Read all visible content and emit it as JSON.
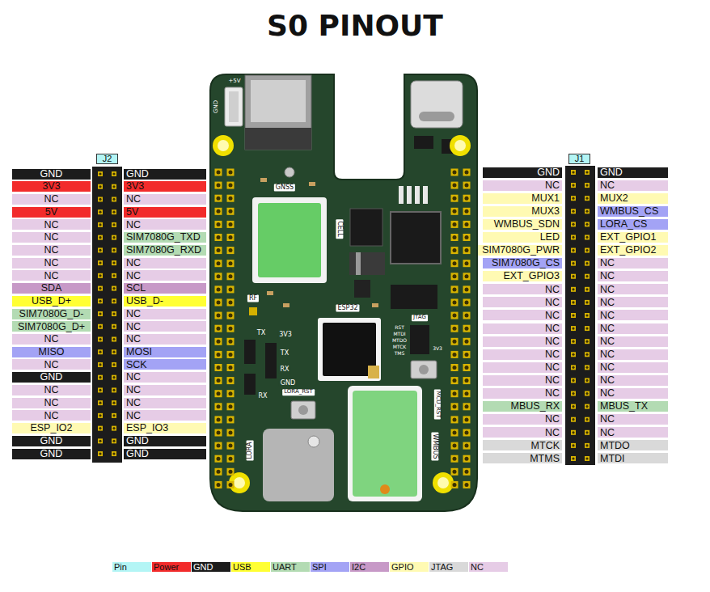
{
  "diagram": {
    "title": "S0 PINOUT",
    "nodes": [
      {
        "text": [
          "J2"
        ]
      },
      {
        "text": [
          "GND"
        ]
      },
      {
        "text": [
          "GND"
        ]
      },
      {
        "text": [
          "3V3"
        ]
      },
      {
        "text": [
          "3V3"
        ]
      },
      {
        "text": [
          "NC"
        ]
      },
      {
        "text": [
          "NC"
        ]
      },
      {
        "text": [
          "5V"
        ]
      },
      {
        "text": [
          "5V"
        ]
      },
      {
        "text": [
          "NC"
        ]
      },
      {
        "text": [
          "NC"
        ]
      },
      {
        "text": [
          "NC"
        ]
      },
      {
        "text": [
          "SIM7080G_TXD"
        ]
      },
      {
        "text": [
          "NC"
        ]
      },
      {
        "text": [
          "SIM7080G_RXD"
        ]
      },
      {
        "text": [
          "NC"
        ]
      },
      {
        "text": [
          "NC"
        ]
      },
      {
        "text": [
          "NC"
        ]
      },
      {
        "text": [
          "NC"
        ]
      },
      {
        "text": [
          "SDA"
        ]
      },
      {
        "text": [
          "SCL"
        ]
      },
      {
        "text": [
          "USB_D+"
        ]
      },
      {
        "text": [
          "USB_D-"
        ]
      },
      {
        "text": [
          "SIM7080G_D-"
        ]
      },
      {
        "text": [
          "NC"
        ]
      },
      {
        "text": [
          "SIM7080G_D+"
        ]
      },
      {
        "text": [
          "NC"
        ]
      },
      {
        "text": [
          "NC"
        ]
      },
      {
        "text": [
          "NC"
        ]
      },
      {
        "text": [
          "MISO"
        ]
      },
      {
        "text": [
          "MOSI"
        ]
      },
      {
        "text": [
          "NC"
        ]
      },
      {
        "text": [
          "SCK"
        ]
      },
      {
        "text": [
          "GND"
        ]
      },
      {
        "text": [
          "NC"
        ]
      },
      {
        "text": [
          "NC"
        ]
      },
      {
        "text": [
          "NC"
        ]
      },
      {
        "text": [
          "NC"
        ]
      },
      {
        "text": [
          "NC"
        ]
      },
      {
        "text": [
          "NC"
        ]
      },
      {
        "text": [
          "NC"
        ]
      },
      {
        "text": [
          "ESP_IO2"
        ]
      },
      {
        "text": [
          "ESP_IO3"
        ]
      },
      {
        "text": [
          "GND"
        ]
      },
      {
        "text": [
          "GND"
        ]
      },
      {
        "text": [
          "GND"
        ]
      },
      {
        "text": [
          "GND"
        ]
      },
      {
        "text": [
          "J1"
        ]
      },
      {
        "text": [
          "GND"
        ]
      },
      {
        "text": [
          "GND"
        ]
      },
      {
        "text": [
          "NC"
        ]
      },
      {
        "text": [
          "NC"
        ]
      },
      {
        "text": [
          "MUX1"
        ]
      },
      {
        "text": [
          "MUX2"
        ]
      },
      {
        "text": [
          "MUX3"
        ]
      },
      {
        "text": [
          "WMBUS_CS"
        ]
      },
      {
        "text": [
          "WMBUS_SDN"
        ]
      },
      {
        "text": [
          "LORA_CS"
        ]
      },
      {
        "text": [
          "LED"
        ]
      },
      {
        "text": [
          "EXT_GPIO1"
        ]
      },
      {
        "text": [
          "SIM7080G_PWR"
        ]
      },
      {
        "text": [
          "EXT_GPIO2"
        ]
      },
      {
        "text": [
          "SIM7080G_CS"
        ]
      },
      {
        "text": [
          "NC"
        ]
      },
      {
        "text": [
          "EXT_GPIO3"
        ]
      },
      {
        "text": [
          "NC"
        ]
      },
      {
        "text": [
          "NC"
        ]
      },
      {
        "text": [
          "NC"
        ]
      },
      {
        "text": [
          "NC"
        ]
      },
      {
        "text": [
          "NC"
        ]
      },
      {
        "text": [
          "NC"
        ]
      },
      {
        "text": [
          "NC"
        ]
      },
      {
        "text": [
          "NC"
        ]
      },
      {
        "text": [
          "NC"
        ]
      },
      {
        "text": [
          "NC"
        ]
      },
      {
        "text": [
          "NC"
        ]
      },
      {
        "text": [
          "NC"
        ]
      },
      {
        "text": [
          "NC"
        ]
      },
      {
        "text": [
          "NC"
        ]
      },
      {
        "text": [
          "NC"
        ]
      },
      {
        "text": [
          "NC"
        ]
      },
      {
        "text": [
          "NC"
        ]
      },
      {
        "text": [
          "NC"
        ]
      },
      {
        "text": [
          "NC"
        ]
      },
      {
        "text": [
          "MBUS_RX"
        ]
      },
      {
        "text": [
          "MBUS_TX"
        ]
      },
      {
        "text": [
          "NC"
        ]
      },
      {
        "text": [
          "NC"
        ]
      },
      {
        "text": [
          "NC"
        ]
      },
      {
        "text": [
          "NC"
        ]
      },
      {
        "text": [
          "MTCK"
        ]
      },
      {
        "text": [
          "MTDO"
        ]
      },
      {
        "text": [
          "MTMS"
        ]
      },
      {
        "text": [
          "MTDI"
        ]
      }
    ],
    "labels": [
      "+5V",
      "GND",
      "GNSS",
      "CELL",
      "RF",
      "ESP32",
      "JTAG",
      "RST",
      "MTDI",
      "MTDO",
      "MTCK",
      "TMS",
      "3V3",
      "TX",
      "3V3",
      "TX",
      "RX",
      "GND",
      "LORA_RST",
      "RX",
      "LORA",
      "MCU_RST",
      "WMBUS"
    ],
    "legend": [
      {
        "text": "Pin",
        "color": "#b3f5f5"
      },
      {
        "text": "Power",
        "color": "#f22b2b"
      },
      {
        "text": "GND",
        "color": "#1c1c1c"
      },
      {
        "text": "USB",
        "color": "#ffff33"
      },
      {
        "text": "UART",
        "color": "#b3dbb3"
      },
      {
        "text": "SPI",
        "color": "#a3a3f5"
      },
      {
        "text": "I2C",
        "color": "#c799c7"
      },
      {
        "text": "GPIO",
        "color": "#fffab3"
      },
      {
        "text": "JTAG",
        "color": "#d9d9d9"
      },
      {
        "text": "NC",
        "color": "#e6cce6"
      }
    ]
  }
}
